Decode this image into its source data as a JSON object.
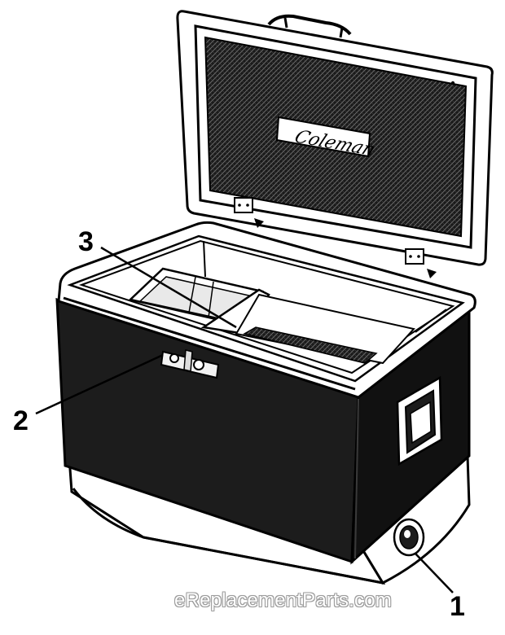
{
  "diagram": {
    "brand_logo_text": "Coleman",
    "callouts": [
      {
        "number": "1",
        "part": "drain plug"
      },
      {
        "number": "2",
        "part": "latch"
      },
      {
        "number": "3",
        "part": "divider"
      }
    ]
  },
  "watermark": "eReplacementParts.com",
  "colors": {
    "ink": "#000000",
    "paper": "#ffffff"
  }
}
